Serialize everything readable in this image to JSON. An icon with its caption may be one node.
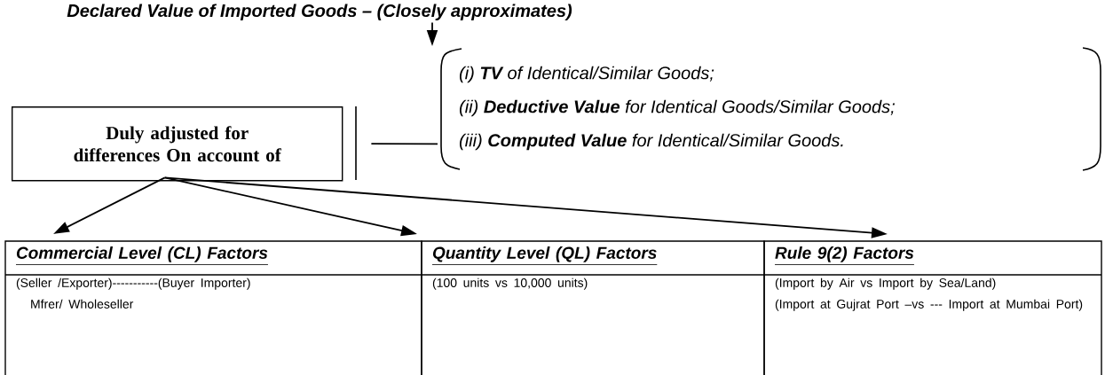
{
  "diagram": {
    "nodes": [
      {
        "text": [
          "Declared Value of Imported Goods – (Closely approximates)"
        ]
      },
      {
        "text": [
          "(i) **TV** of Identical/Similar Goods;",
          "(ii) **Deductive Value** for Identical Goods/Similar Goods;",
          "(iii) **Computed Value** for Identical/Similar Goods."
        ]
      },
      {
        "text": [
          "Duly adjusted for differences On account of"
        ]
      },
      {
        "text": [
          "Commercial Level (CL) Factors",
          "(Seller /Exporter)-----------(Buyer Importer)",
          "Mfrer/ Wholeseller"
        ]
      },
      {
        "text": [
          "Quantity Level (QL) Factors",
          "(100 units vs 10,000 units)"
        ]
      },
      {
        "text": [
          "Rule 9(2) Factors",
          "(Import by Air vs Import by Sea/Land)",
          "(Import at Gujrat Port –vs --- Import at Mumbai Port)"
        ]
      }
    ],
    "edges": [
      {
        "from": 0,
        "to": 1,
        "arrow": "to"
      },
      {
        "from": 2,
        "to": 1,
        "arrow": "none"
      },
      {
        "from": 2,
        "to": 3,
        "arrow": "to"
      },
      {
        "from": 2,
        "to": 4,
        "arrow": "to"
      },
      {
        "from": 2,
        "to": 5,
        "arrow": "to"
      }
    ]
  }
}
